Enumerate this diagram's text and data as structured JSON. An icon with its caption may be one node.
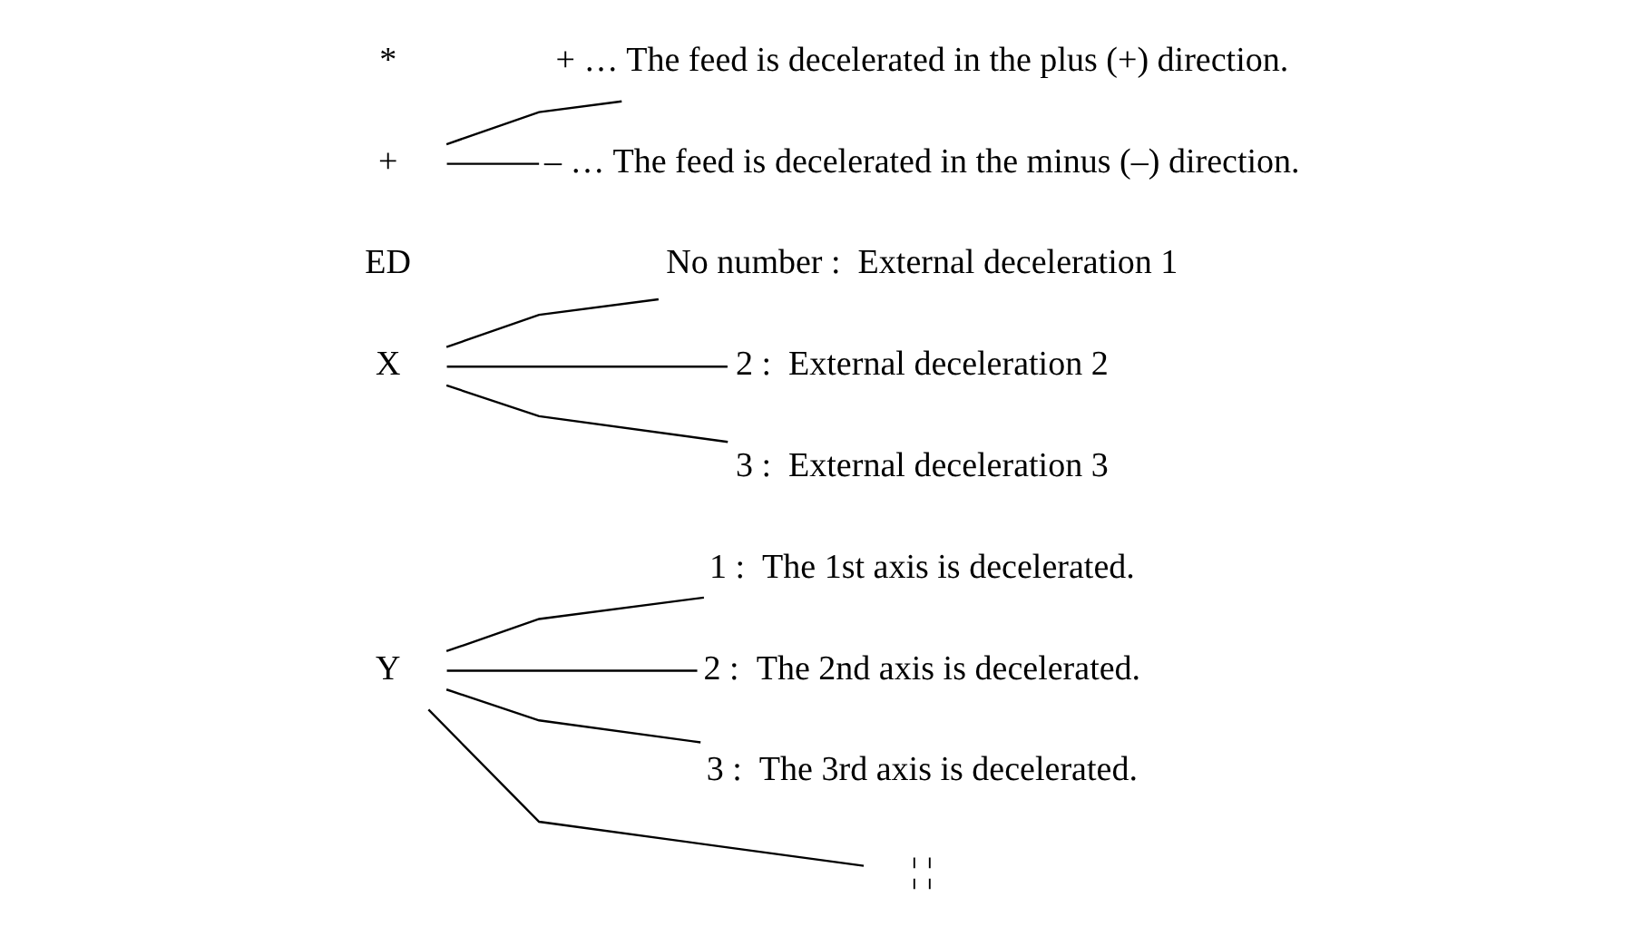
{
  "diagram": {
    "nodes": [
      {
        "text": [
          "*"
        ]
      },
      {
        "text": [
          "+"
        ]
      },
      {
        "text": [
          "ED"
        ]
      },
      {
        "text": [
          "X"
        ]
      },
      {
        "text": [
          "Y"
        ]
      },
      {
        "text": [
          "1 :  The 1st axis is decelerated."
        ]
      },
      {
        "text": [
          "2 :  The 2nd axis is decelerated."
        ]
      },
      {
        "text": [
          "3 :  The 3rd axis is decelerated."
        ]
      },
      {
        "text": [
          "¦ ¦"
        ]
      },
      {
        "text": [
          "No number :  External deceleration 1"
        ]
      },
      {
        "text": [
          "2 :  External deceleration 2"
        ]
      },
      {
        "text": [
          "3 :  External deceleration 3"
        ]
      },
      {
        "text": [
          "+ … The feed is decelerated in the plus (+) direction."
        ]
      },
      {
        "text": [
          "– … The feed is decelerated in the minus (–) direction."
        ]
      }
    ],
    "edges": [
      {
        "from": 4,
        "to": 5,
        "arrow": "none"
      },
      {
        "from": 4,
        "to": 6,
        "arrow": "none"
      },
      {
        "from": 4,
        "to": 7,
        "arrow": "none"
      },
      {
        "from": 4,
        "to": 8,
        "arrow": "none"
      },
      {
        "from": 3,
        "to": 9,
        "arrow": "none"
      },
      {
        "from": 3,
        "to": 10,
        "arrow": "none"
      },
      {
        "from": 3,
        "to": 11,
        "arrow": "none"
      },
      {
        "from": 1,
        "to": 12,
        "arrow": "none"
      },
      {
        "from": 1,
        "to": 13,
        "arrow": "none"
      }
    ]
  }
}
